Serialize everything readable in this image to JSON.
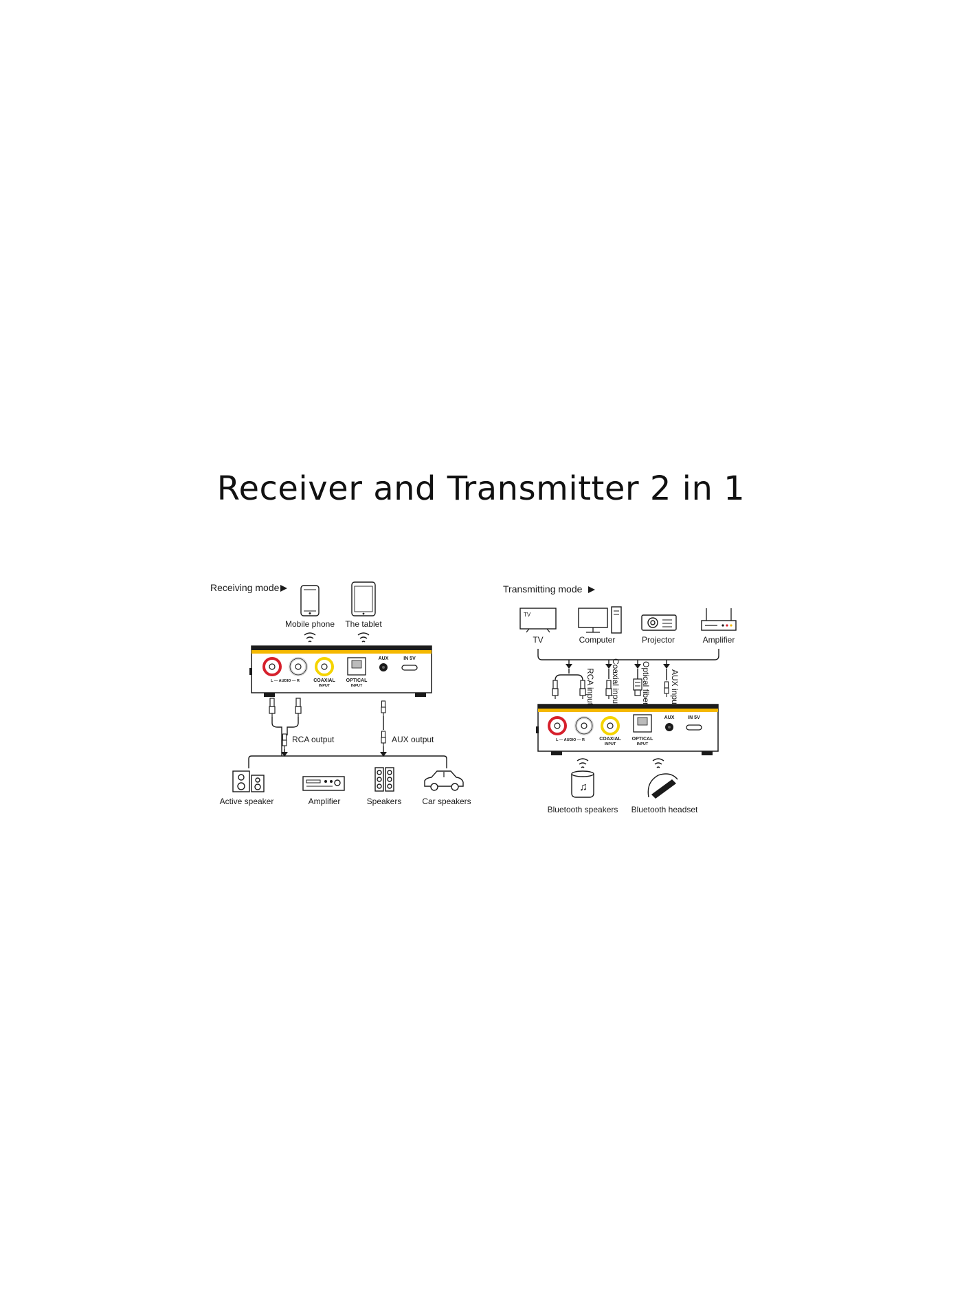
{
  "title": "Receiver and Transmitter 2 in 1",
  "receiving": {
    "mode_label": "Receiving mode",
    "sources": [
      "Mobile phone",
      "The tablet"
    ],
    "outputs": [
      "RCA output",
      "AUX output"
    ],
    "devices": [
      "Active speaker",
      "Amplifier",
      "Speakers",
      "Car speakers"
    ]
  },
  "transmitting": {
    "mode_label": "Transmitting mode",
    "sources": [
      "TV",
      "Computer",
      "Projector",
      "Amplifier"
    ],
    "tv_screen_text": "TV",
    "inputs": [
      "RCA input",
      "Coaxial input",
      "Optical fiber",
      "AUX input"
    ],
    "devices": [
      "Bluetooth speakers",
      "Bluetooth headset"
    ]
  },
  "device_ports": {
    "lr": "L — AUDIO — R",
    "coaxial": "COAXIAL",
    "coaxial_sub": "INPUT",
    "optical": "OPTICAL",
    "optical_sub": "INPUT",
    "aux": "AUX",
    "in5v": "IN 5V"
  },
  "colors": {
    "accent_yellow": "#f5b800",
    "dark_stripe": "#1c1c1c",
    "rca_red": "#d6202c",
    "rca_white": "#d8d8d8"
  }
}
